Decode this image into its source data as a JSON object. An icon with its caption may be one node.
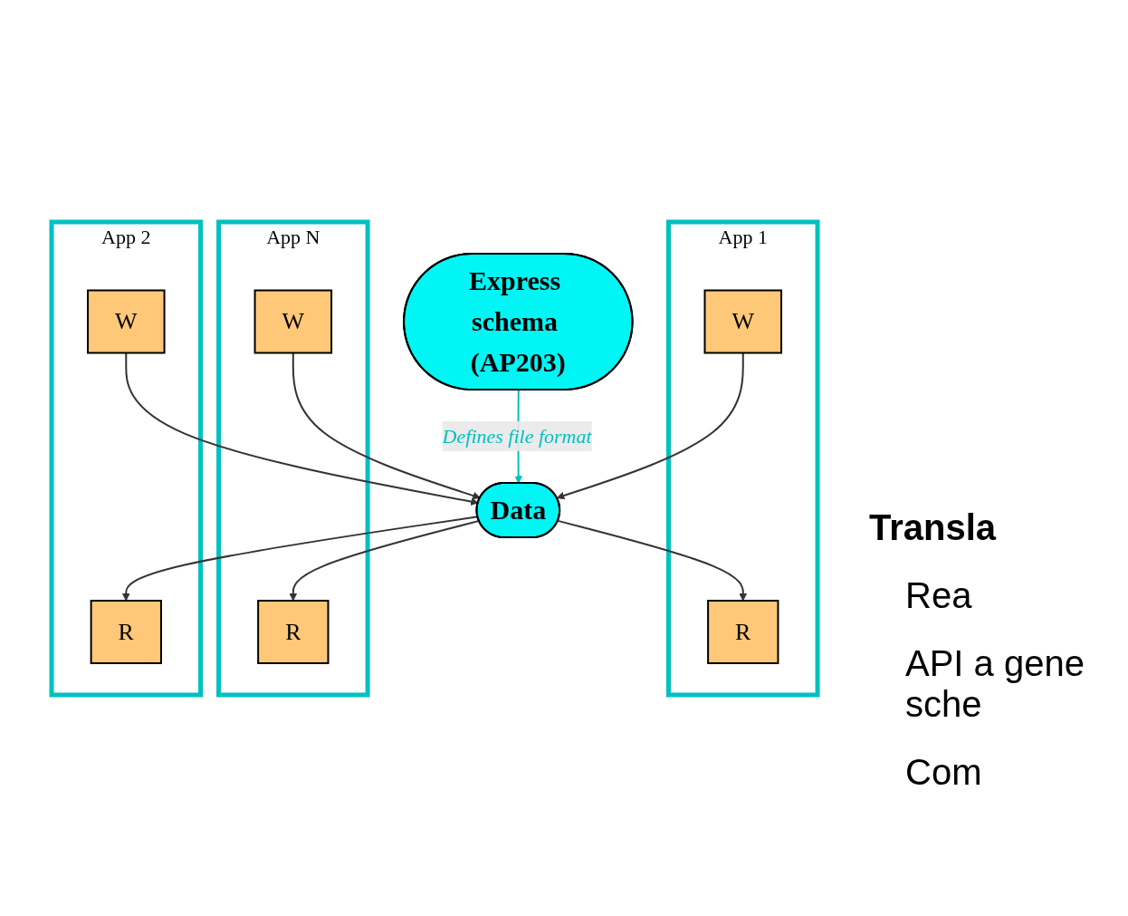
{
  "diagram": {
    "nodes": [
      {
        "text": [
          "Express schema (AP203)"
        ]
      },
      {
        "text": [
          "App 1"
        ]
      },
      {
        "text": [
          "R"
        ],
        "in": 1
      },
      {
        "text": [
          "W"
        ],
        "in": 1
      },
      {
        "text": [
          "Data"
        ]
      },
      {
        "text": [
          "App N"
        ]
      },
      {
        "text": [
          "R"
        ],
        "in": 5
      },
      {
        "text": [
          "W"
        ],
        "in": 5
      },
      {
        "text": [
          "App 2"
        ]
      },
      {
        "text": [
          "R"
        ],
        "in": 8
      },
      {
        "text": [
          "W"
        ],
        "in": 8
      }
    ],
    "edges": [
      {
        "from": 0,
        "to": 4,
        "arrow": "to",
        "label": "Defines file format",
        "color": "#00c0c0"
      },
      {
        "from": 4,
        "to": 2,
        "arrow": "to"
      },
      {
        "from": 3,
        "to": 4,
        "arrow": "to"
      },
      {
        "from": 4,
        "to": 6,
        "arrow": "to"
      },
      {
        "from": 7,
        "to": 4,
        "arrow": "to"
      },
      {
        "from": 4,
        "to": 9,
        "arrow": "to"
      },
      {
        "from": 10,
        "to": 4,
        "arrow": "to"
      }
    ],
    "labels": [
      "Transla",
      "Rea",
      "API a gene sche",
      "Com"
    ]
  }
}
